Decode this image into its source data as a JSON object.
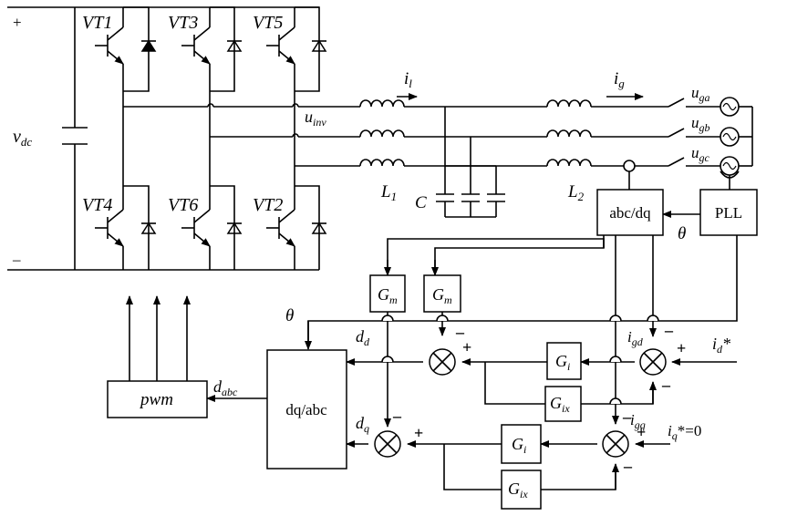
{
  "dc": {
    "plus": "+",
    "minus": "–",
    "label_main": "v",
    "label_sub": "dc"
  },
  "switches": {
    "vt1": "VT1",
    "vt3": "VT3",
    "vt5": "VT5",
    "vt4": "VT4",
    "vt6": "VT6",
    "vt2": "VT2"
  },
  "currents": {
    "il_main": "i",
    "il_sub": "l",
    "ig_main": "i",
    "ig_sub": "g"
  },
  "voltages": {
    "uinv_main": "u",
    "uinv_sub": "inv",
    "uga_main": "u",
    "uga_sub": "ga",
    "ugb_main": "u",
    "ugb_sub": "gb",
    "ugc_main": "u",
    "ugc_sub": "gc"
  },
  "filter": {
    "l1_main": "L",
    "l1_sub": "1",
    "c": "C",
    "l2_main": "L",
    "l2_sub": "2"
  },
  "blocks": {
    "abcdq": "abc/dq",
    "pll": "PLL",
    "dqabc": "dq/abc",
    "pwm": "pwm",
    "gm1_main": "G",
    "gm1_sub": "m",
    "gm2_main": "G",
    "gm2_sub": "m",
    "gi1_main": "G",
    "gi1_sub": "i",
    "gix1_main": "G",
    "gix1_sub": "ix",
    "gi2_main": "G",
    "gi2_sub": "i",
    "gix2_main": "G",
    "gix2_sub": "ix"
  },
  "signals": {
    "theta1": "θ",
    "theta2": "θ",
    "dd_main": "d",
    "dd_sub": "d",
    "dq_main": "d",
    "dq_sub": "q",
    "dabc_main": "d",
    "dabc_sub": "abc",
    "igd_main": "i",
    "igd_sub": "gd",
    "igq_main": "i",
    "igq_sub": "gq",
    "idref_main": "i",
    "idref_sub": "d",
    "idref_tail": "*",
    "iqref_main": "i",
    "iqref_sub": "q",
    "iqref_tail": "*=0"
  },
  "signs": {
    "plus": "+",
    "minus": "–"
  }
}
